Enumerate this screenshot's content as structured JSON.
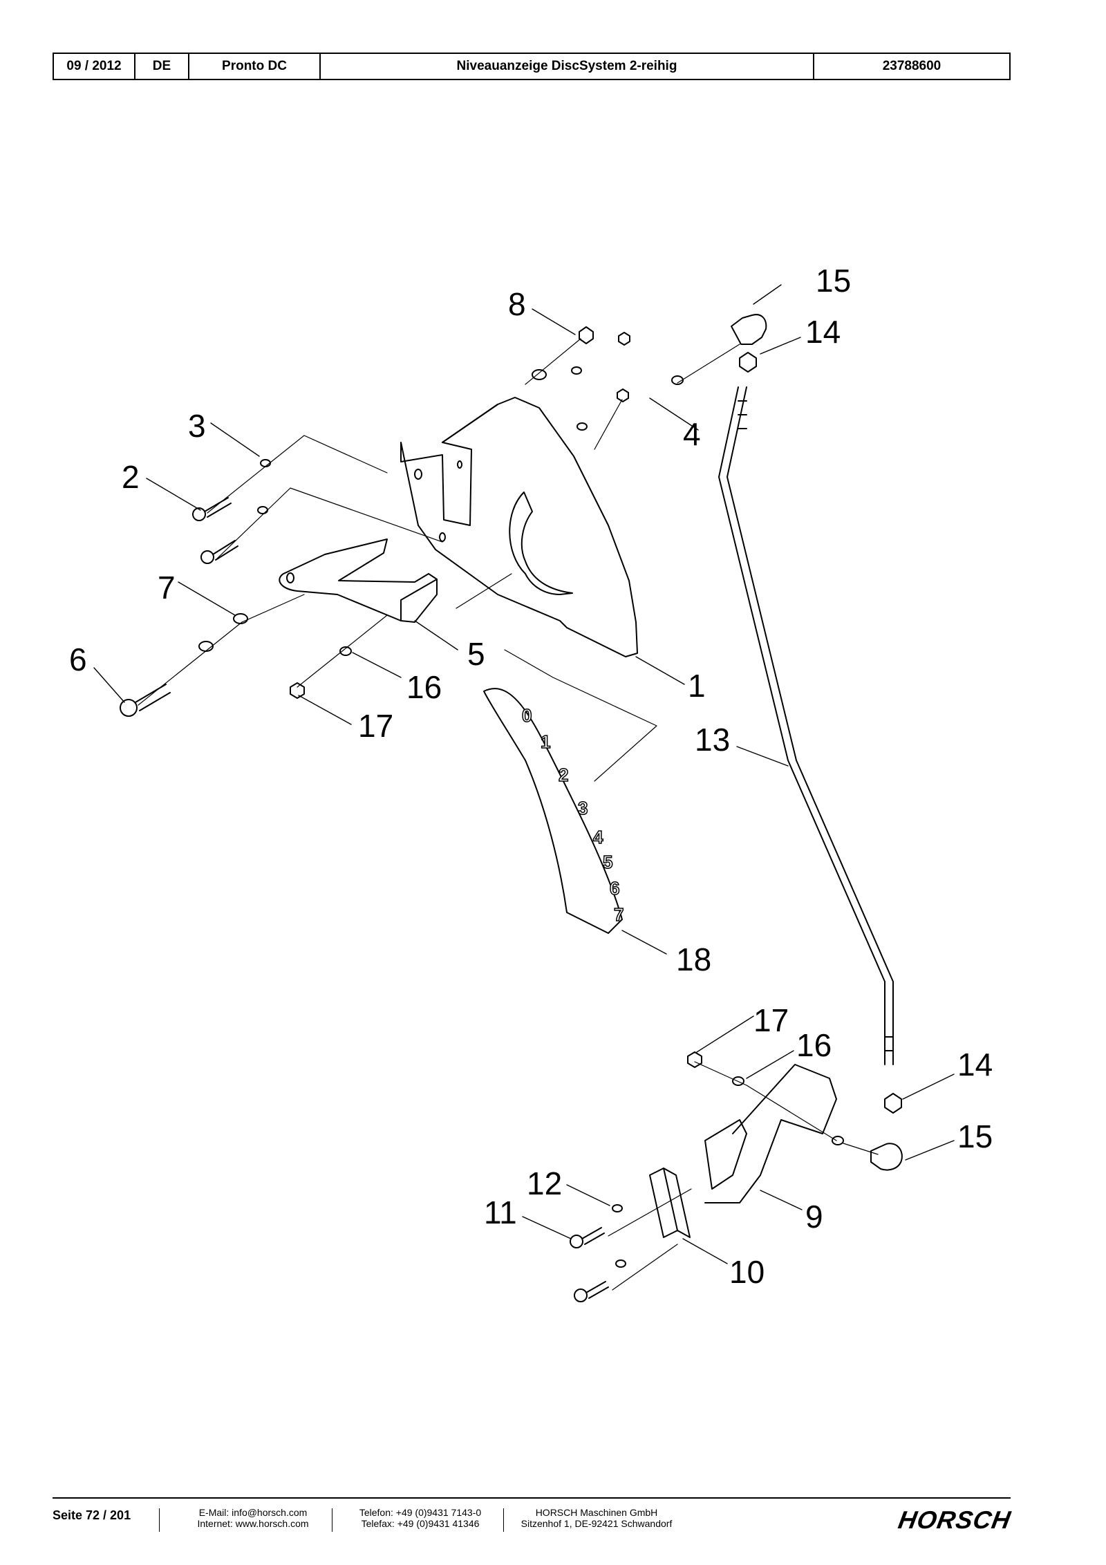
{
  "header": {
    "date": "09 / 2012",
    "lang": "DE",
    "model": "Pronto DC",
    "title": "Niveauanzeige DiscSystem 2-reihig",
    "part_no": "23788600"
  },
  "callouts": {
    "c1": "1",
    "c2": "2",
    "c3": "3",
    "c4": "4",
    "c5": "5",
    "c6": "6",
    "c7": "7",
    "c8": "8",
    "c9": "9",
    "c10": "10",
    "c11": "11",
    "c12": "12",
    "c13": "13",
    "c14a": "14",
    "c14b": "14",
    "c15a": "15",
    "c15b": "15",
    "c16a": "16",
    "c16b": "16",
    "c17a": "17",
    "c17b": "17",
    "c18": "18"
  },
  "scale_numbers": [
    "0",
    "1",
    "2",
    "3",
    "4",
    "5",
    "6",
    "7"
  ],
  "footer": {
    "page": "Seite 72 / 201",
    "email": "E-Mail: info@horsch.com",
    "internet": "Internet: www.horsch.com",
    "phone": "Telefon: +49 (0)9431 7143-0",
    "fax": "Telefax: +49 (0)9431 41346",
    "company": "HORSCH Maschinen GmbH",
    "address": "Sitzenhof 1, DE-92421 Schwandorf",
    "logo": "HORSCH"
  }
}
